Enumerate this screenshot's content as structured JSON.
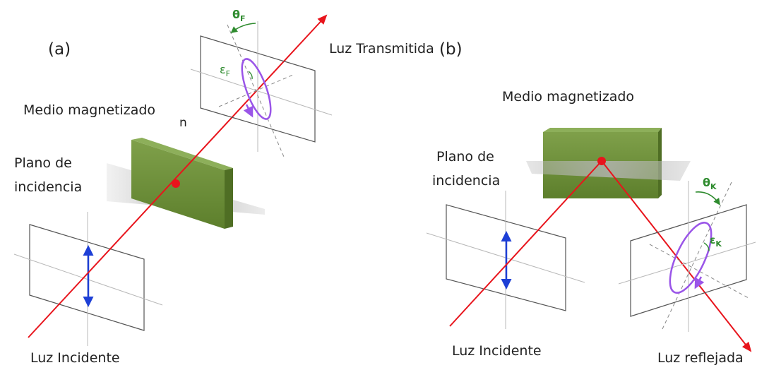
{
  "panel_a": {
    "tag": "(a)",
    "transmitted_label": "Luz Transmitida",
    "medium_label": "Medio magnetizado",
    "plane_label_line1": "Plano de",
    "plane_label_line2": "incidencia",
    "incident_label": "Luz Incidente",
    "stray_mark": "n",
    "theta_symbol": "θ",
    "theta_sub": "F",
    "epsilon_symbol": "ε",
    "epsilon_sub": "F"
  },
  "panel_b": {
    "tag": "(b)",
    "medium_label": "Medio magnetizado",
    "plane_label_line1": "Plano de",
    "plane_label_line2": "incidencia",
    "incident_label": "Luz Incidente",
    "reflected_label": "Luz reflejada",
    "theta_symbol": "θ",
    "theta_sub": "K",
    "epsilon_symbol": "ε",
    "epsilon_sub": "K"
  },
  "colors": {
    "beam": "#e8141c",
    "linear_polarization": "#1d3fd6",
    "elliptical_polarization": "#9a55e8",
    "angle_marks": "#2e8b2e",
    "sample": "#6b8e3a"
  }
}
